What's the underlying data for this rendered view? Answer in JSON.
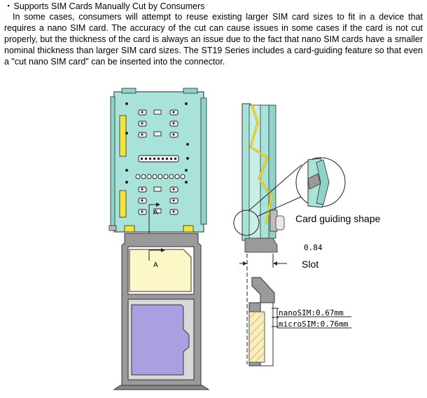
{
  "heading": {
    "bullet": "・",
    "text": "Supports SIM Cards Manually Cut by Consumers"
  },
  "paragraph": "In some cases, consumers will attempt to reuse existing larger SIM card sizes to fit in a device that requires a nano SIM card. The accuracy of the cut can cause issues in some cases if the card is not cut properly, but the thickness of the card is always an issue due to the fact that nano SIM cards have a smaller nominal thickness than larger SIM card sizes. The ST19 Series includes a card-guiding feature so that even a \"cut nano SIM card\" can be inserted into the connector.",
  "diagram": {
    "section_mark_top": "A",
    "section_mark_bottom": "A",
    "card_guiding_label": "Card guiding shape",
    "dimension_value": "0.84",
    "slot_label": "Slot",
    "nano_sim_thickness": "nanoSIM:0.67mm",
    "micro_sim_thickness": "microSIM:0.76mm"
  }
}
